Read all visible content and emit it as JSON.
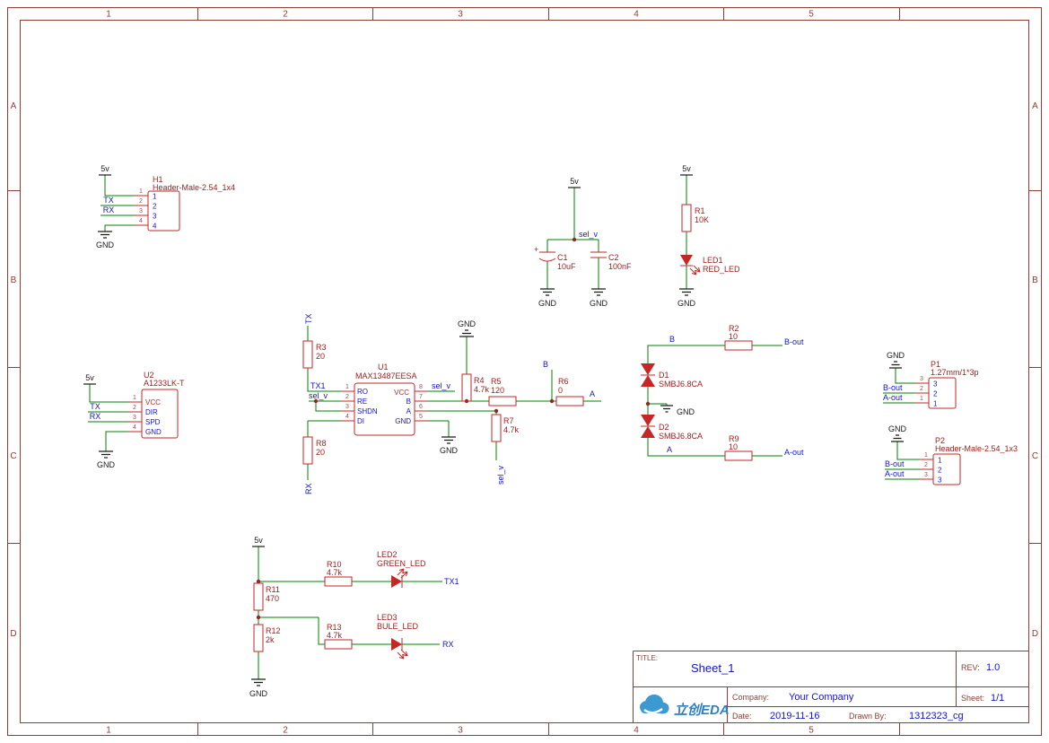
{
  "frame": {
    "cols": [
      "1",
      "2",
      "3",
      "4",
      "5"
    ],
    "rows": [
      "A",
      "B",
      "C",
      "D"
    ]
  },
  "power": {
    "v5": "5v",
    "gnd": "GND"
  },
  "nets": {
    "tx": "TX",
    "rx": "RX",
    "tx1": "TX1",
    "sel_v": "sel_v",
    "b": "B",
    "a": "A",
    "b_out": "B-out",
    "a_out": "A-out"
  },
  "parts": {
    "h1": {
      "ref": "H1",
      "value": "Header-Male-2.54_1x4",
      "pins": [
        "1",
        "2",
        "3",
        "4"
      ]
    },
    "u2": {
      "ref": "U2",
      "value": "A1233LK-T",
      "nums": [
        "1",
        "2",
        "3",
        "4"
      ],
      "names": [
        "VCC",
        "DIR",
        "SPD",
        "GND"
      ]
    },
    "u1": {
      "ref": "U1",
      "value": "MAX13487EESA",
      "left_nums": [
        "1",
        "2",
        "3",
        "4"
      ],
      "left_names": [
        "RO",
        "RE",
        "SHDN",
        "DI"
      ],
      "right_nums": [
        "8",
        "7",
        "6",
        "5"
      ],
      "right_names": [
        "VCC",
        "B",
        "A",
        "GND"
      ]
    },
    "c1": {
      "ref": "C1",
      "value": "10uF",
      "plus": "+"
    },
    "c2": {
      "ref": "C2",
      "value": "100nF"
    },
    "r1": {
      "ref": "R1",
      "value": "10K"
    },
    "r2": {
      "ref": "R2",
      "value": "10"
    },
    "r3": {
      "ref": "R3",
      "value": "20"
    },
    "r4": {
      "ref": "R4",
      "value": "4.7k"
    },
    "r5": {
      "ref": "R5",
      "value": "120"
    },
    "r6": {
      "ref": "R6",
      "value": "0"
    },
    "r7": {
      "ref": "R7",
      "value": "4.7k"
    },
    "r8": {
      "ref": "R8",
      "value": "20"
    },
    "r9": {
      "ref": "R9",
      "value": "10"
    },
    "r10": {
      "ref": "R10",
      "value": "4.7k"
    },
    "r11": {
      "ref": "R11",
      "value": "470"
    },
    "r12": {
      "ref": "R12",
      "value": "2k"
    },
    "r13": {
      "ref": "R13",
      "value": "4.7k"
    },
    "led1": {
      "ref": "LED1",
      "value": "RED_LED"
    },
    "led2": {
      "ref": "LED2",
      "value": "GREEN_LED"
    },
    "led3": {
      "ref": "LED3",
      "value": "BULE_LED"
    },
    "d1": {
      "ref": "D1",
      "value": "SMBJ6.8CA"
    },
    "d2": {
      "ref": "D2",
      "value": "SMBJ6.8CA"
    },
    "p1": {
      "ref": "P1",
      "value": "1.27mm/1*3p",
      "pins": [
        "3",
        "2",
        "1"
      ]
    },
    "p2": {
      "ref": "P2",
      "value": "Header-Male-2.54_1x3",
      "pins": [
        "1",
        "2",
        "3"
      ]
    }
  },
  "title_block": {
    "title_label": "TITLE:",
    "title": "Sheet_1",
    "rev_label": "REV:",
    "rev": "1.0",
    "company_label": "Company:",
    "company": "Your Company",
    "sheet_label": "Sheet:",
    "sheet": "1/1",
    "date_label": "Date:",
    "date": "2019-11-16",
    "drawn_label": "Drawn By:",
    "drawn": "1312323_cg",
    "logo_text": "立创EDA"
  }
}
